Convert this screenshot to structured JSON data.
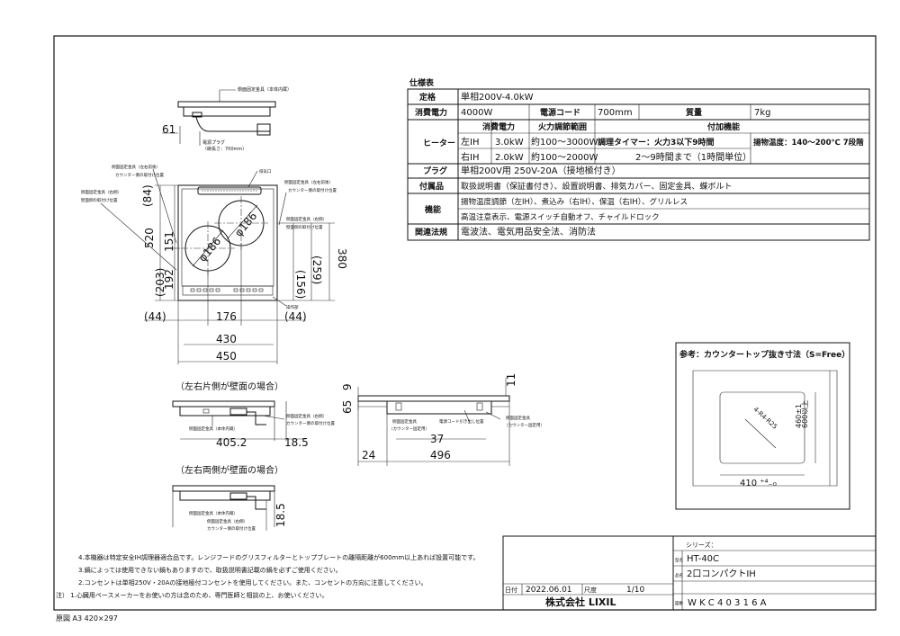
{
  "spec": {
    "title": "仕様表",
    "rows": {
      "rating": {
        "h": "定格",
        "v": "単相200V-4.0kW"
      },
      "power": {
        "h": "消費電力",
        "v": "4000W",
        "cord_h": "電源コード",
        "cord_v": "700mm",
        "mass_h": "質量",
        "mass_v": "7kg"
      },
      "heater": {
        "h": "ヒーター",
        "col_power": "消費電力",
        "col_range": "火力調節範囲",
        "col_feature": "付加機能",
        "left_label": "左IH",
        "left_kw": "3.0kW",
        "left_range": "約100〜3000W",
        "right_label": "右IH",
        "right_kw": "2.0kW",
        "right_range": "約100〜2000W",
        "timer_1": "調理タイマー：火力3以下9時間",
        "timer_2": "2〜9時間まで（1時間単位）",
        "fry": "揚物温度：140〜200℃ 7段階"
      },
      "plug": {
        "h": "プラグ",
        "v": "単相200V用 250V-20A（接地極付き）"
      },
      "accessories": {
        "h": "付属品",
        "v": "取扱説明書（保証書付き）、設置説明書、排気カバー、固定金具、蝶ボルト"
      },
      "functions": {
        "h": "機能",
        "v1": "揚物温度調節（左IH）、煮込み（右IH）、保温（右IH）、グリルレス",
        "v2": "高温注意表示、電源スイッチ自動オフ、チャイルドロック"
      },
      "laws": {
        "h": "関連法規",
        "v": "電波法、電気用品安全法、消防法"
      }
    }
  },
  "labels": {
    "side_fix": "側面固定金具（本体内蔵）",
    "power_plug": "電源プラグ",
    "cord_len": "（線長さ：700mm）",
    "front_fix_left": "側面固定金具（左右前後）",
    "counter_pos": "カウンター側の取付け位置",
    "side_fix_left2": "側面固定金具（右側）",
    "wall_pos": "壁面側の取付け位置",
    "exhaust": "排気口",
    "front_fix_right": "側面固定金具（左右前後）",
    "counter_pos_right": "カウンター側の取付け位置",
    "side_fix_right": "側面固定金具（右側）",
    "wall_pos_right": "壁面側の取付け位置",
    "panel": "操作部",
    "burner_l": "φ186",
    "burner_r": "φ186",
    "one_wall_title": "（左右片側が壁面の場合）",
    "both_wall_title": "（左右両側が壁面の場合）",
    "fix_inner": "側面固定金具（本体内蔵）",
    "fix_right_s": "側面固定金具（右側）",
    "counter_pos_s": "カウンター側の取付け位置",
    "fix_wall": "側面固定金具",
    "counter_fix": "（カウンター固定用）",
    "cord_out": "電源コード引き出し位置",
    "fix_wall2": "側面固定金具",
    "counter_fix2": "（カウンター固定用）"
  },
  "dims": {
    "d61": "61",
    "d520": "520",
    "d151": "151",
    "d192": "192",
    "d84": "(84)",
    "d203": "(203)",
    "d380": "380",
    "d156": "(156)",
    "d259": "(259)",
    "d44l": "(44)",
    "d176": "176",
    "d44r": "(44)",
    "d430": "430",
    "d450": "450",
    "d4052": "405.2",
    "d185a": "18.5",
    "d185b": "18.5",
    "d9": "9",
    "d65": "65",
    "d11": "11",
    "d37": "37",
    "d24": "24",
    "d496": "496"
  },
  "cutout": {
    "title": "参考：カウンタートップ抜き寸法（S=Free）",
    "corner": "4-R4-R25",
    "h460": "460±1",
    "h600": "600以上",
    "w410": "410 ⁺⁴₋₀"
  },
  "notes": [
    "4.本機器は特定安全IH調理器適合品です。レンジフードのグリスフィルターとトップブレートの離隔距離が600mm以上あれば設置可能です。",
    "3.鍋によっては使用できない鍋もありますので、取扱説明書記載の鍋を必ずご使用ください。",
    "2.コンセントは単相250V・20Aの接地極付コンセントを使用してください。また、コンセントの方向に注意してください。",
    "注） 1.心臓用ペースメーカーをお使いの方は念のため、専門医師と相談の上、お使いください。"
  ],
  "original": "原図  A3  420×297",
  "title_block": {
    "series_label": "シリーズ：",
    "model_label": "型名",
    "model": "HT-40C",
    "name_label": "品名",
    "name": "2口コンパクトIH",
    "date_label": "日付",
    "date": "2022.06.01",
    "scale_label": "尺度",
    "scale": "1/10",
    "company": "株式会社 LIXIL",
    "drawing_label": "図番",
    "drawing_no": "W K C 4 0 3 1 6 A"
  }
}
